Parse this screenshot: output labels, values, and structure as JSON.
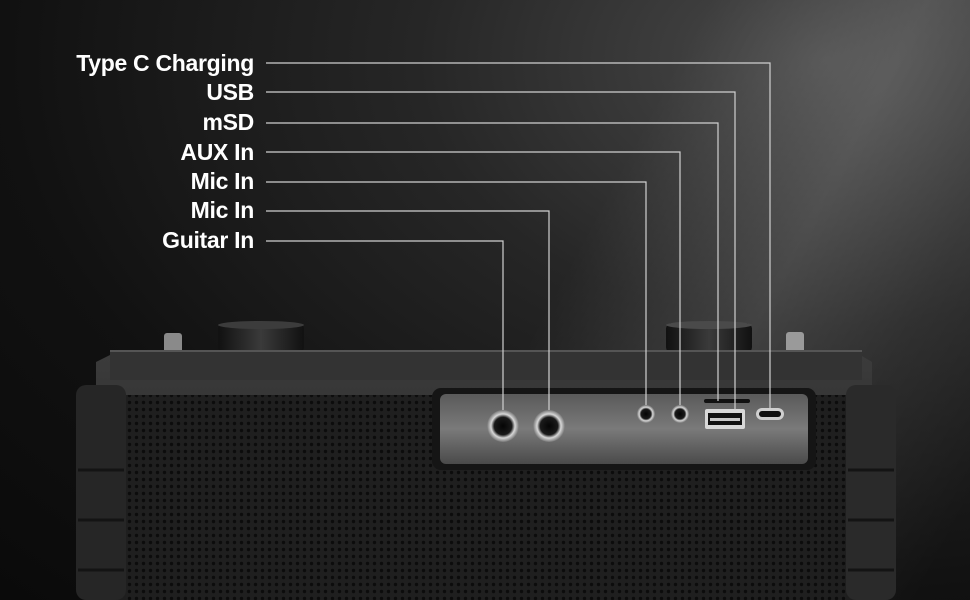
{
  "callouts": [
    {
      "label": "Type C Charging",
      "port": "usb-c-port"
    },
    {
      "label": "USB",
      "port": "usb-a-port"
    },
    {
      "label": "mSD",
      "port": "microsd-slot"
    },
    {
      "label": "AUX In",
      "port": "aux-jack"
    },
    {
      "label": "Mic In",
      "port": "mic-jack-small"
    },
    {
      "label": "Mic In",
      "port": "mic-jack-large"
    },
    {
      "label": "Guitar In",
      "port": "guitar-jack"
    }
  ],
  "colors": {
    "background": "#0d0d0d",
    "speaker_body": "#2b2b2b",
    "port_panel": "#6a6a6a",
    "label_text": "#ffffff",
    "leader_line": "#d0d0d0"
  }
}
